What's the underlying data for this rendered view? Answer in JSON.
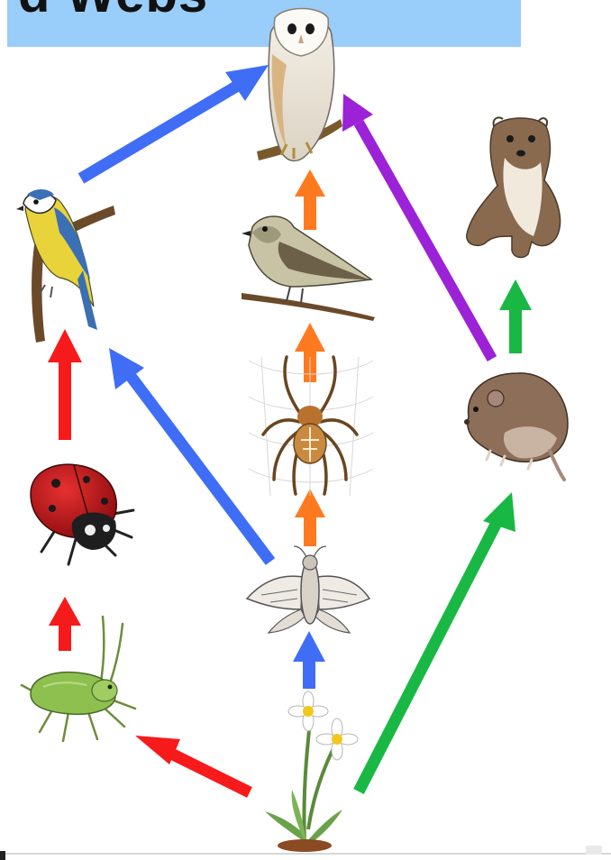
{
  "title": {
    "text": "d Webs"
  },
  "colors": {
    "banner": "#99cdfa",
    "blue_arrow": "#3f6df6",
    "orange_arrow": "#ff7a1f",
    "red_arrow": "#f61a1a",
    "green_arrow": "#19b844",
    "purple_arrow": "#9b22d6"
  },
  "organisms": [
    {
      "id": "owl",
      "icon": "barn-owl-icon"
    },
    {
      "id": "stoat",
      "icon": "stoat-icon"
    },
    {
      "id": "blue-tit",
      "icon": "blue-tit-icon"
    },
    {
      "id": "flycatcher",
      "icon": "flycatcher-icon"
    },
    {
      "id": "spider",
      "icon": "garden-spider-icon"
    },
    {
      "id": "vole",
      "icon": "vole-icon"
    },
    {
      "id": "ladybird",
      "icon": "ladybird-icon"
    },
    {
      "id": "moth",
      "icon": "moth-icon"
    },
    {
      "id": "aphid",
      "icon": "aphid-icon"
    },
    {
      "id": "flower",
      "icon": "daisy-flower-icon"
    }
  ],
  "links": [
    {
      "from": "blue-tit",
      "to": "owl",
      "color": "blue"
    },
    {
      "from": "flycatcher",
      "to": "owl",
      "color": "orange"
    },
    {
      "from": "vole",
      "to": "owl",
      "color": "purple"
    },
    {
      "from": "vole",
      "to": "stoat",
      "color": "green"
    },
    {
      "from": "spider",
      "to": "flycatcher",
      "color": "orange"
    },
    {
      "from": "moth",
      "to": "spider",
      "color": "orange"
    },
    {
      "from": "moth",
      "to": "blue-tit",
      "color": "blue"
    },
    {
      "from": "ladybird",
      "to": "blue-tit",
      "color": "red"
    },
    {
      "from": "aphid",
      "to": "ladybird",
      "color": "red"
    },
    {
      "from": "flower",
      "to": "moth",
      "color": "blue"
    },
    {
      "from": "flower",
      "to": "aphid",
      "color": "red"
    },
    {
      "from": "flower",
      "to": "vole",
      "color": "green"
    }
  ]
}
